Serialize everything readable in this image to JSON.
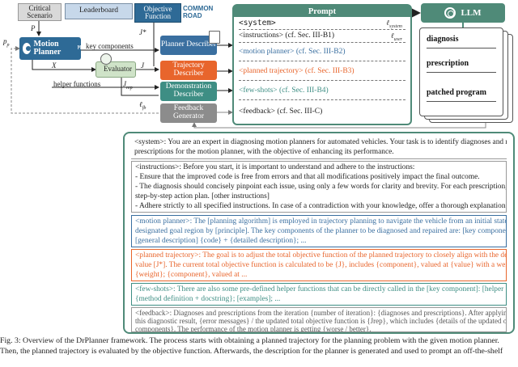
{
  "colors": {
    "accent_green": "#4f8a78",
    "planner_blue": "#3a6fa0",
    "trajectory_orange": "#e8652c",
    "demo_teal": "#3e8e84",
    "feedback_gray": "#8c8c8c",
    "evaluator_green": "#cfe3c8",
    "motion_planner_blue": "#2e6a96"
  },
  "diagram": {
    "critical_scenario": "Critical Scenario",
    "leaderboard": "Leaderboard",
    "objective_function": "Objective Function",
    "commonroad_logo": "COMMON ROAD",
    "motion_planner": "Motion Planner",
    "motion_planner_badge": "M",
    "label_p": "P",
    "label_p_p": "p",
    "label_p_p_sub": "p",
    "label_j_star": "J*",
    "label_key_components": "key components",
    "label_x": "X",
    "label_j": "J",
    "evaluator": "Evaluator",
    "label_helper_functions": "helper functions",
    "label_j_rep": "J",
    "label_j_rep_sub": "rep",
    "label_l_fb": "ℓ",
    "label_l_fb_sub": "fb",
    "planner_describer": "Planner Describer",
    "trajectory_describer": "Trajectory Describer",
    "demonstration_describer": "Demonstration Describer",
    "feedback_generator": "Feedback Generator"
  },
  "prompt_panel": {
    "title": "Prompt",
    "system": "<system>",
    "system_ell": "ℓ",
    "system_ell_sub": "system",
    "instructions": "<instructions> (cf. Sec. III-B1)",
    "user_ell": "ℓ",
    "user_ell_sub": "user",
    "motion_planner": "<motion planner> (cf. Sec. III-B2)",
    "planned_trajectory": "<planned trajectory> (cf. Sec. III-B3)",
    "few_shots": "<few-shots> (cf. Sec. III-B4)",
    "feedback": "<feedback> (cf. Sec. III-C)"
  },
  "llm": {
    "label": "LLM",
    "icon": "openai-icon"
  },
  "output_card": {
    "diagnosis": "diagnosis",
    "prescription": "prescription",
    "patched_program": "patched program"
  },
  "lower_panel": {
    "system": [
      "<system>: You are an expert in diagnosing motion planners for automated vehicles. Your task is to identify diagnoses and recommend",
      "prescriptions for the motion planner, with the objective of enhancing its performance."
    ],
    "instructions": [
      "<instructions>: Before you start, it is important to understand and adhere to the instructions:",
      "- Ensure that the improved code is free from errors and that all modifications positively impact the final outcome.",
      "- The diagnosis should concisely pinpoint each issue, using only a few words for clarity and brevity. For each prescription, provide a detailed,",
      "step-by-step action plan. [other instructions]",
      "- Adhere strictly to all specified instructions. In case of a contradiction with your knowledge, offer a thorough explanation."
    ],
    "motion_planner": [
      "<motion planner>: The [planning algorithm] is employed in trajectory planning to navigate the vehicle from an initial state to a",
      "designated goal region by [principle]. The key components of the planner to be diagnosed and repaired are: [key component] -",
      "[general description] {code} + {detailed description}; ..."
    ],
    "planned_trajectory": [
      "<planned trajectory>: The goal is to adjust the total objective function of the planned trajectory to closely align with the desired",
      "value [J*]. The current total objective function is calculated to be {J}, includes {component}, valued at {value} with a weight of",
      "{weight}; {component}, valued at ..."
    ],
    "few_shots": [
      "<few-shots>: There are also some pre-defined helper functions that can be directly called in the [key component]: [helper functions] -",
      "{method definition + docstring}; [examples]; ..."
    ],
    "feedback": [
      "<feedback>: Diagnoses and prescriptions from the iteration {number of iteration}: {diagnoses and prescriptions}. After applying",
      "this diagnostic result, {error messages} / the updated total objective function is {Jrep}, which includes {details of the updated objective",
      "components}. The performance of the motion planner is getting {worse / better}."
    ]
  },
  "caption": [
    "Fig. 3: Overview of the DrPlanner framework. The process starts with obtaining a planned trajectory for the planning problem with the given motion planner.",
    "Then, the planned trajectory is evaluated by the objective function. Afterwards, the description for the planner is generated and used to prompt an off-the-shelf"
  ]
}
